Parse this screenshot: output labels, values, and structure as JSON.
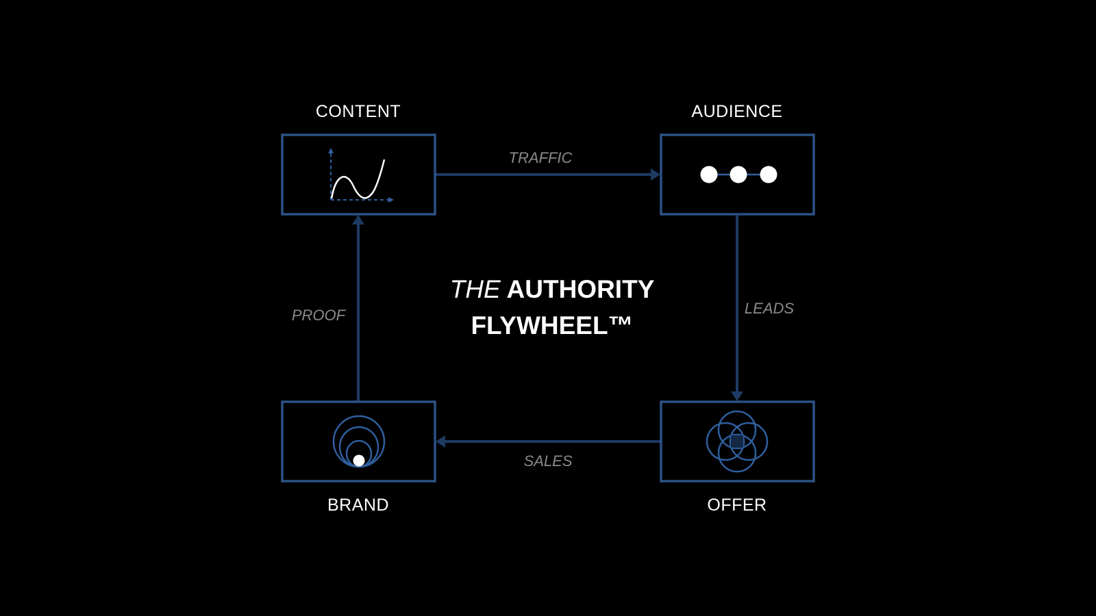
{
  "title": {
    "prefix": "THE",
    "line1_bold": "AUTHORITY",
    "line2": "FLYWHEEL™"
  },
  "nodes": {
    "content": "CONTENT",
    "audience": "AUDIENCE",
    "offer": "OFFER",
    "brand": "BRAND"
  },
  "edges": {
    "traffic": "TRAFFIC",
    "leads": "LEADS",
    "sales": "SALES",
    "proof": "PROOF"
  },
  "colors": {
    "background": "#000000",
    "box": "#2b5286",
    "arrow": "#1d3a63",
    "edge_label": "#8a8a8a"
  }
}
